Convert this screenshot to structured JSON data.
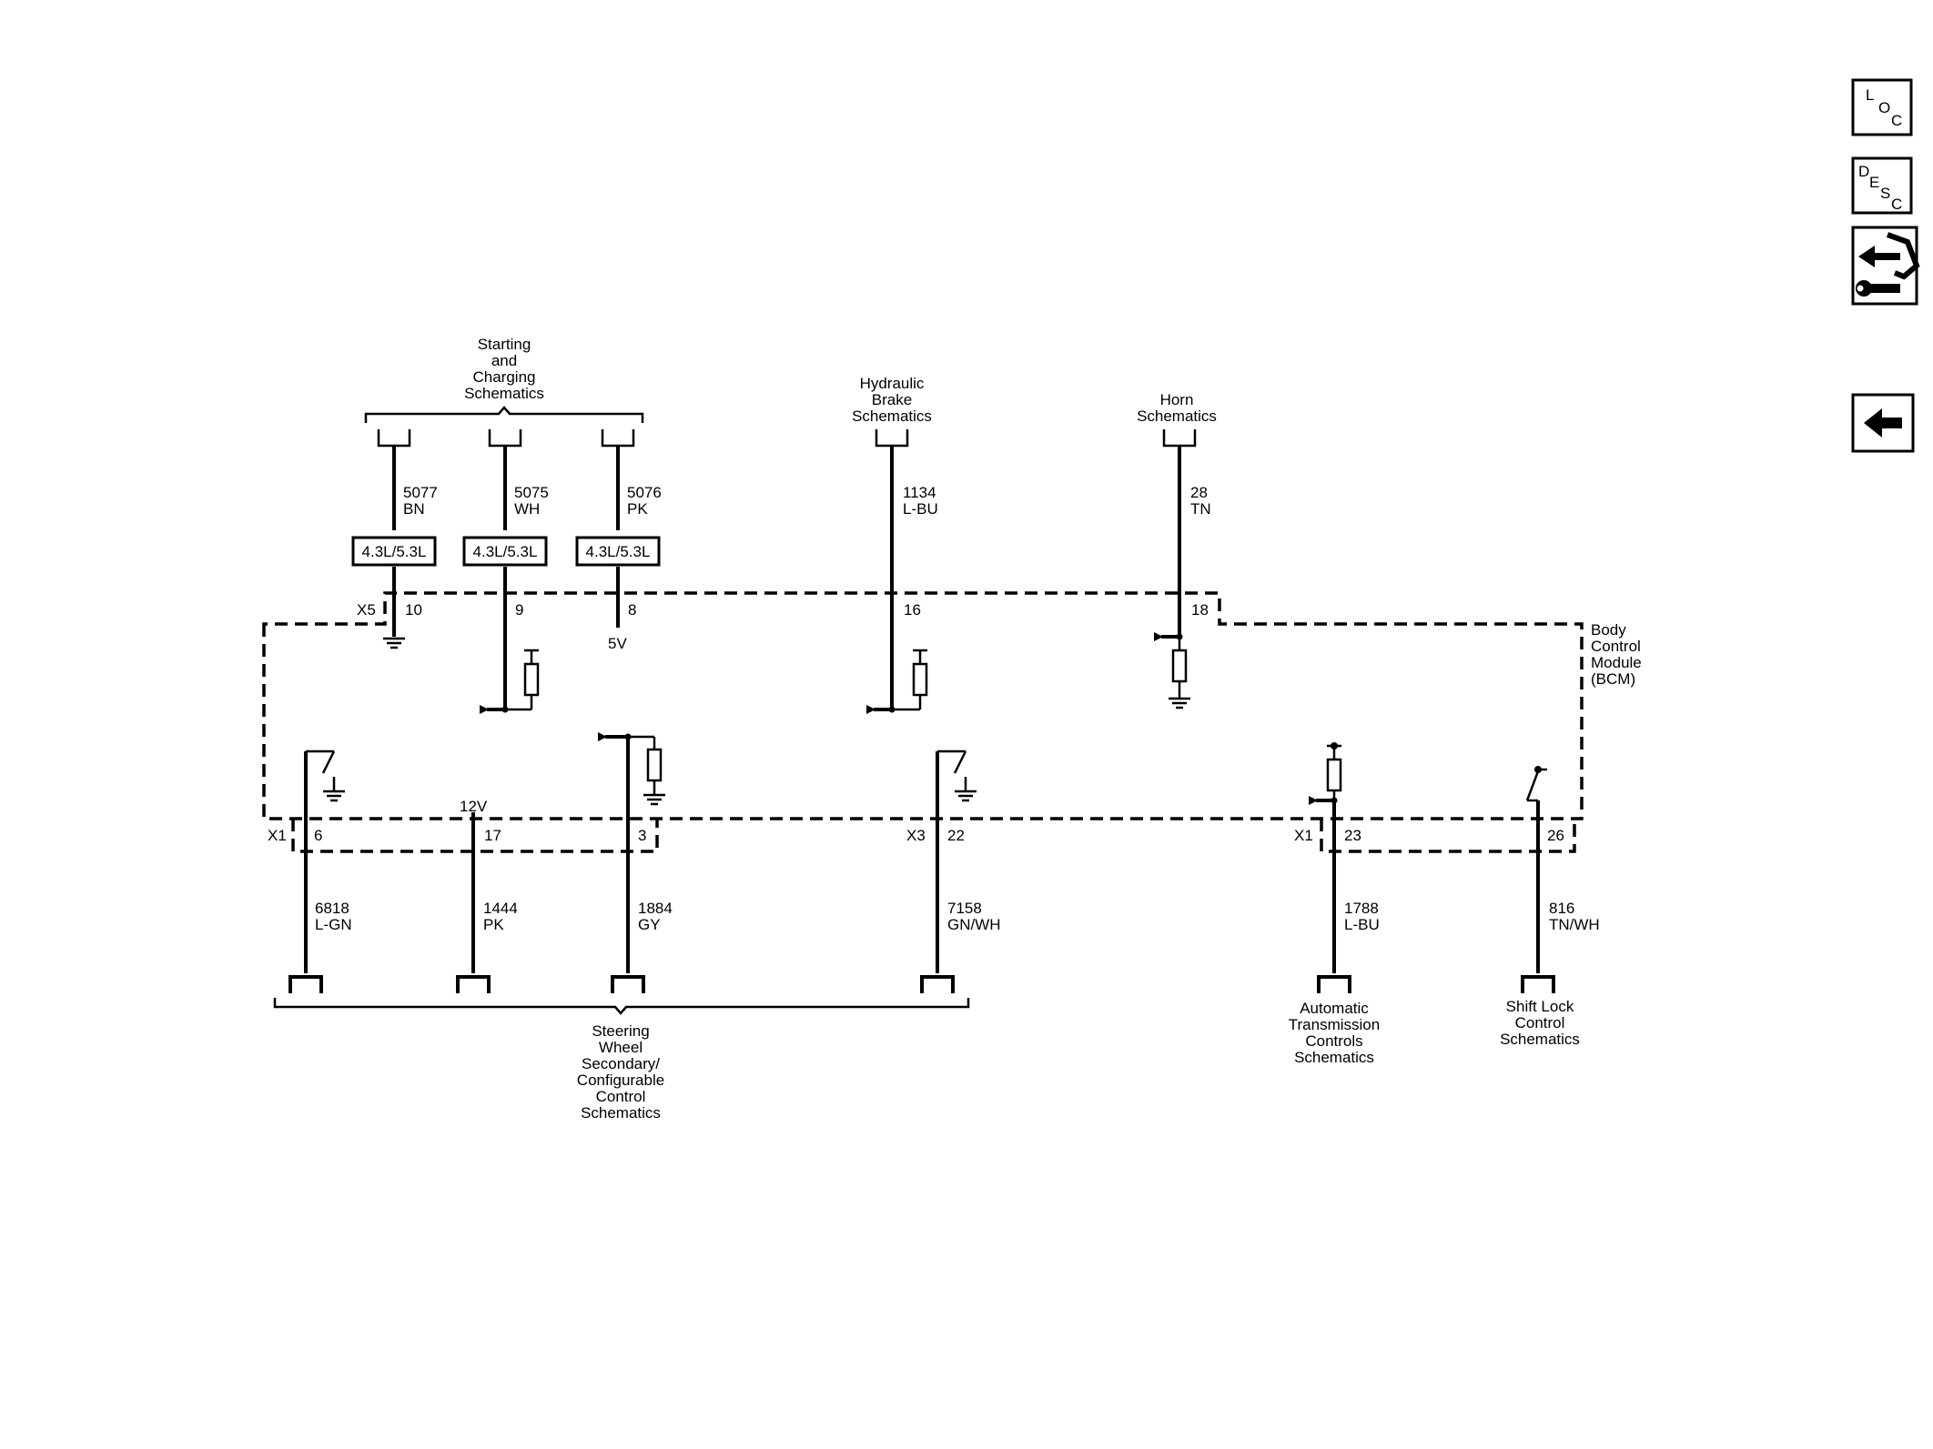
{
  "references": {
    "starting": [
      "Starting",
      "and",
      "Charging",
      "Schematics"
    ],
    "hydraulic": [
      "Hydraulic",
      "Brake",
      "Schematics"
    ],
    "horn": [
      "Horn",
      "Schematics"
    ],
    "steering": [
      "Steering",
      "Wheel",
      "Secondary/",
      "Configurable",
      "Control",
      "Schematics"
    ],
    "auto_trans": [
      "Automatic",
      "Transmission",
      "Controls",
      "Schematics"
    ],
    "shift_lock": [
      "Shift Lock",
      "Control",
      "Schematics"
    ]
  },
  "module": {
    "label": [
      "Body",
      "Control",
      "Module",
      "(BCM)"
    ],
    "connectors": {
      "x5": "X5",
      "x1": "X1",
      "x3": "X3",
      "x1b": "X1"
    },
    "voltages": {
      "v5": "5V",
      "v12": "12V"
    }
  },
  "engine_option_label": "4.3L/5.3L",
  "wires": [
    {
      "id": "w5077",
      "circuit": "5077",
      "color": "BN",
      "pin": "10"
    },
    {
      "id": "w5075",
      "circuit": "5075",
      "color": "WH",
      "pin": "9"
    },
    {
      "id": "w5076",
      "circuit": "5076",
      "color": "PK",
      "pin": "8"
    },
    {
      "id": "w1134",
      "circuit": "1134",
      "color": "L-BU",
      "pin": "16"
    },
    {
      "id": "w28",
      "circuit": "28",
      "color": "TN",
      "pin": "18"
    },
    {
      "id": "w6818",
      "circuit": "6818",
      "color": "L-GN",
      "pin": "6"
    },
    {
      "id": "w1444",
      "circuit": "1444",
      "color": "PK",
      "pin": "17"
    },
    {
      "id": "w1884",
      "circuit": "1884",
      "color": "GY",
      "pin": "3"
    },
    {
      "id": "w7158",
      "circuit": "7158",
      "color": "GN/WH",
      "pin": "22"
    },
    {
      "id": "w1788",
      "circuit": "1788",
      "color": "L-BU",
      "pin": "23"
    },
    {
      "id": "w816",
      "circuit": "816",
      "color": "TN/WH",
      "pin": "26"
    }
  ],
  "nav": {
    "loc": [
      "L",
      "O",
      "C"
    ],
    "desc": [
      "D",
      "E",
      "S",
      "C"
    ],
    "nav_icons": [
      "loc-icon",
      "desc-icon",
      "connector-tool-icon",
      "back-arrow-icon"
    ]
  }
}
